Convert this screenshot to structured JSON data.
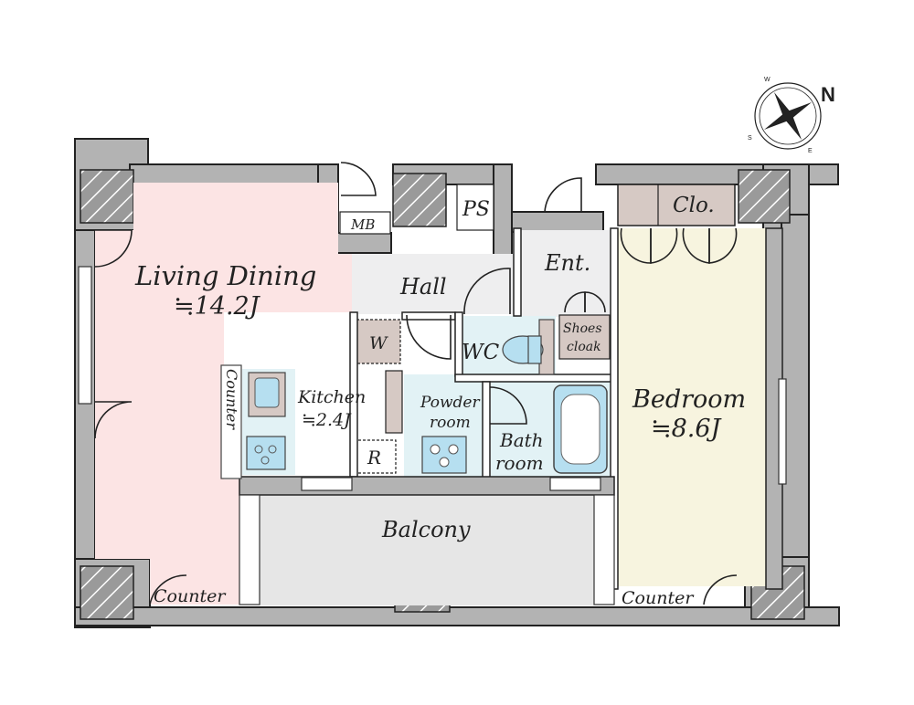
{
  "rooms": {
    "living": {
      "name": "Living Dining",
      "area": "≒14.2J"
    },
    "kitchen": {
      "name": "Kitchen",
      "area": "≒2.4J"
    },
    "hall": "Hall",
    "entrance": "Ent.",
    "wc": "WC",
    "shoes": {
      "line1": "Shoes",
      "line2": "cloak"
    },
    "powder": {
      "line1": "Powder",
      "line2": "room"
    },
    "bath": {
      "line1": "Bath",
      "line2": "room"
    },
    "bedroom": {
      "name": "Bedroom",
      "area": "≒8.6J"
    },
    "closet": "Clo.",
    "balcony": "Balcony",
    "mb": "MB",
    "ps": "PS"
  },
  "fixtures": {
    "washer": "W",
    "fridge": "R",
    "counter_kitchen": "Counter",
    "counter_left": "Counter",
    "counter_right": "Counter"
  },
  "compass": {
    "north": "N",
    "east": "E",
    "south": "S",
    "west": "W"
  },
  "colors": {
    "living": "#fce4e4",
    "bedroom": "#f7f4df",
    "hall": "#eeeeef",
    "wet": "#e2f2f5",
    "storage": "#d6c9c4",
    "balcony": "#e6e6e6",
    "wall": "#b3b3b3"
  }
}
